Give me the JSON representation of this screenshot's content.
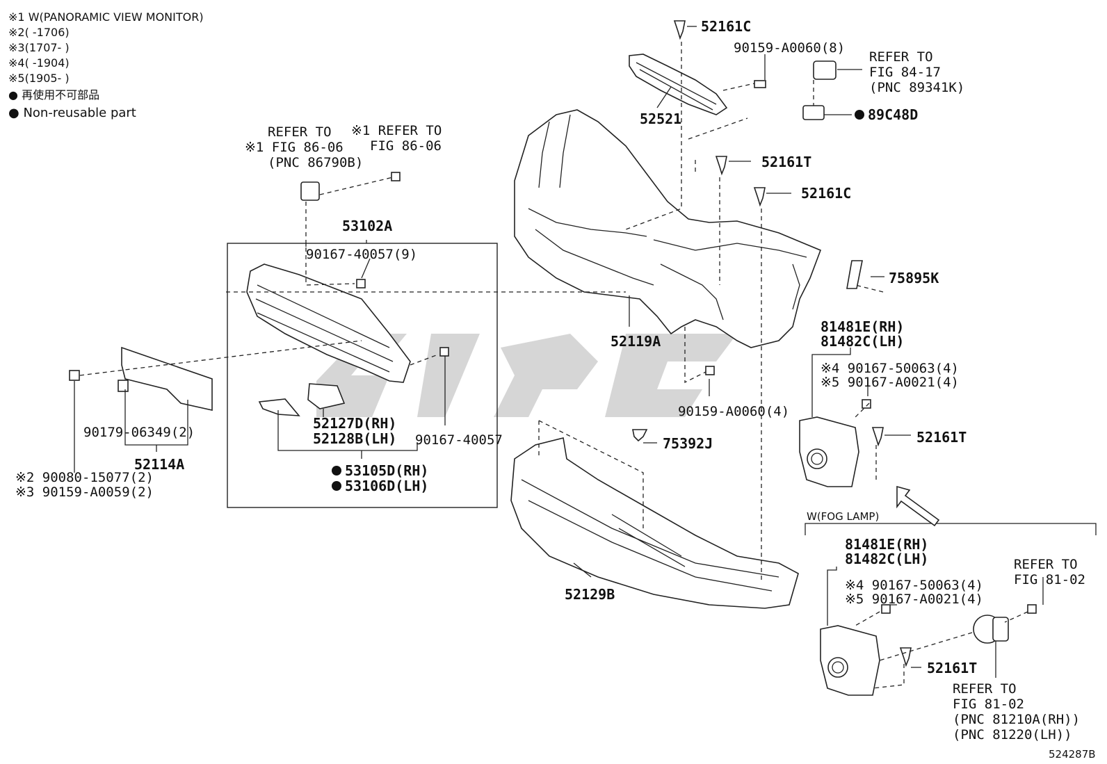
{
  "notes": [
    {
      "mark": "※1",
      "text": "W(PANORAMIC VIEW MONITOR)"
    },
    {
      "mark": "※2",
      "text": "(      -1706)"
    },
    {
      "mark": "※3",
      "text": "(1707-      )"
    },
    {
      "mark": "※4",
      "text": "(      -1904)"
    },
    {
      "mark": "※5",
      "text": "(1905-      )"
    },
    {
      "mark": "●",
      "text": "再使用不可部品"
    },
    {
      "mark": "●",
      "text": "Non-reusable part"
    }
  ],
  "labels": {
    "p52161c_top": "52161C",
    "p90159_a0060_8": "90159-A0060(8)",
    "refer_84_17": [
      "REFER TO",
      "FIG 84-17",
      "(PNC 89341K)"
    ],
    "p52521": "52521",
    "p89c48d": "89C48D",
    "p52161t_mid": "52161T",
    "p52161c_mid": "52161C",
    "refer_86_06_a": [
      "REFER TO",
      "※1 FIG 86-06",
      "(PNC 86790B)"
    ],
    "refer_86_06_b": [
      "※1 REFER TO",
      "FIG 86-06"
    ],
    "p53102a": "53102A",
    "p90167_40057_9": "90167-40057(9)",
    "p75895k": "75895K",
    "p52119a": "52119A",
    "p81481e_a": "81481E(RH)",
    "p81482c_a": "81482C(LH)",
    "p90167_50063_a": "※4 90167-50063(4)",
    "p90167_a0021_a": "※5 90167-A0021(4)",
    "p90159_a0060_4": "90159-A0060(4)",
    "p52161t_r": "52161T",
    "p52127d": "52127D(RH)",
    "p52128b": "52128B(LH)",
    "p90167_40057": "90167-40057",
    "p53105d": "53105D(RH)",
    "p53106d": "53106D(LH)",
    "p90179": "90179-06349(2)",
    "p52114a": "52114A",
    "p90080": "※2 90080-15077(2)",
    "p90159_a0059": "※3 90159-A0059(2)",
    "p75392j": "75392J",
    "w_fog": "W(FOG LAMP)",
    "p81481e_b": "81481E(RH)",
    "p81482c_b": "81482C(LH)",
    "p90167_50063_b": "※4 90167-50063(4)",
    "p90167_a0021_b": "※5 90167-A0021(4)",
    "refer_81_02_a": [
      "REFER TO",
      "FIG 81-02"
    ],
    "p52129b": "52129B",
    "p52161t_b": "52161T",
    "refer_81_02_b": [
      "REFER TO",
      "FIG 81-02",
      "(PNC 81210A(RH))",
      "(PNC 81220(LH))"
    ],
    "figure_id": "524287B"
  }
}
